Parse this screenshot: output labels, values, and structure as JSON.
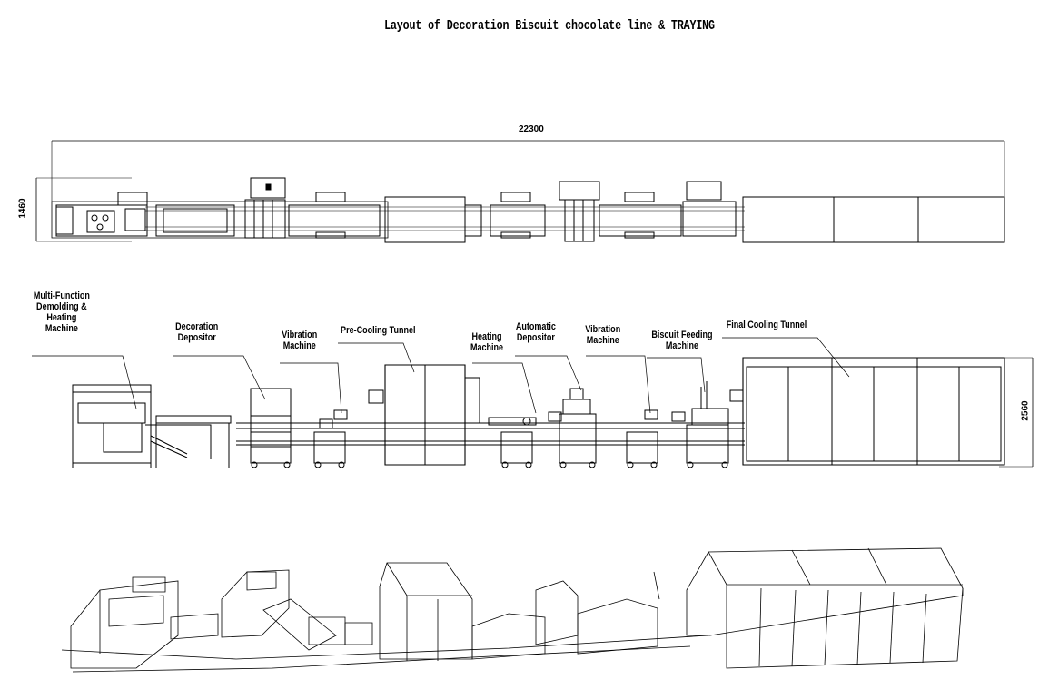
{
  "title": "Layout of Decoration Biscuit chocolate line & TRAYING",
  "dimensions": {
    "overall_length": "22300",
    "plan_width": "1460",
    "elevation_height": "2560"
  },
  "labels": {
    "multi_function": [
      "Multi-Function",
      "Demolding &",
      "Heating",
      "Machine"
    ],
    "decoration_depositor": [
      "Decoration",
      "Depositor"
    ],
    "vibration_1": [
      "Vibration",
      "Machine"
    ],
    "pre_cooling": [
      "Pre-Cooling Tunnel"
    ],
    "heating_machine": [
      "Heating",
      "Machine"
    ],
    "automatic_depositor": [
      "Automatic",
      "Depositor"
    ],
    "vibration_2": [
      "Vibration",
      "Machine"
    ],
    "biscuit_feeding": [
      "Biscuit Feeding",
      "Machine"
    ],
    "final_cooling": [
      "Final Cooling Tunnel"
    ]
  }
}
